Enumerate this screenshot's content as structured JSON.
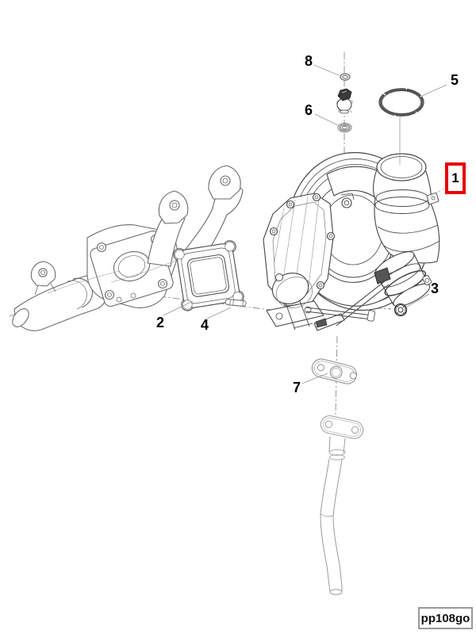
{
  "diagram": {
    "callouts": [
      {
        "label": "1",
        "selected": true
      },
      {
        "label": "2",
        "selected": false
      },
      {
        "label": "3",
        "selected": false
      },
      {
        "label": "4",
        "selected": false
      },
      {
        "label": "5",
        "selected": false
      },
      {
        "label": "6",
        "selected": false
      },
      {
        "label": "7",
        "selected": false
      },
      {
        "label": "8",
        "selected": false
      }
    ],
    "part_code": "pp108go",
    "colors": {
      "highlight_red": "#e60000",
      "line_dark": "#444444",
      "line_medium": "#777777",
      "line_light": "#9a9a9a",
      "leader": "#999999",
      "text": "#000000",
      "background": "#ffffff"
    }
  }
}
